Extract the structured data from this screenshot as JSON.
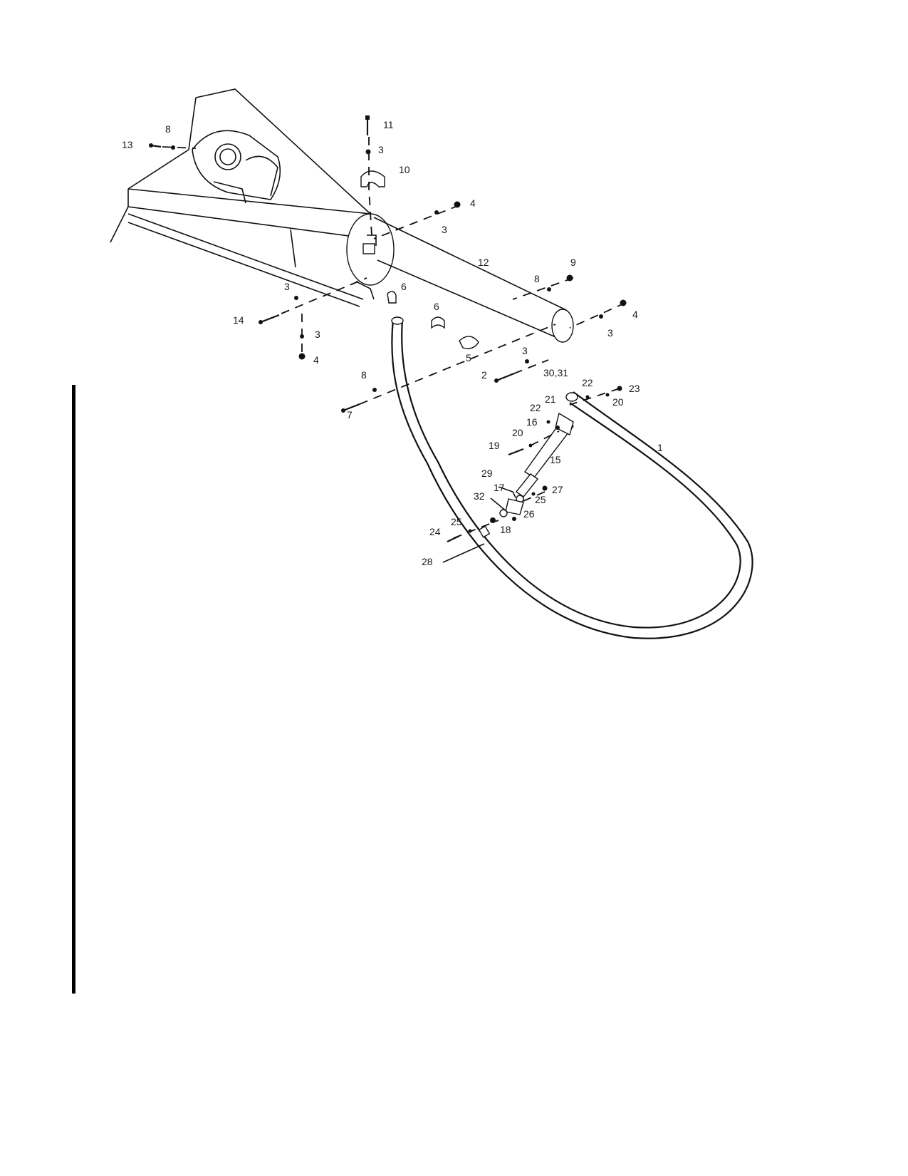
{
  "diagram": {
    "callouts": [
      "13",
      "8",
      "11",
      "3",
      "10",
      "4",
      "3",
      "12",
      "9",
      "8",
      "6",
      "3",
      "14",
      "3",
      "4",
      "6",
      "5",
      "3",
      "4",
      "3",
      "2",
      "8",
      "7",
      "30,31",
      "22",
      "23",
      "22",
      "21",
      "20",
      "16",
      "20",
      "19",
      "15",
      "1",
      "29",
      "17",
      "27",
      "32",
      "25",
      "26",
      "24",
      "25",
      "18",
      "28"
    ]
  }
}
